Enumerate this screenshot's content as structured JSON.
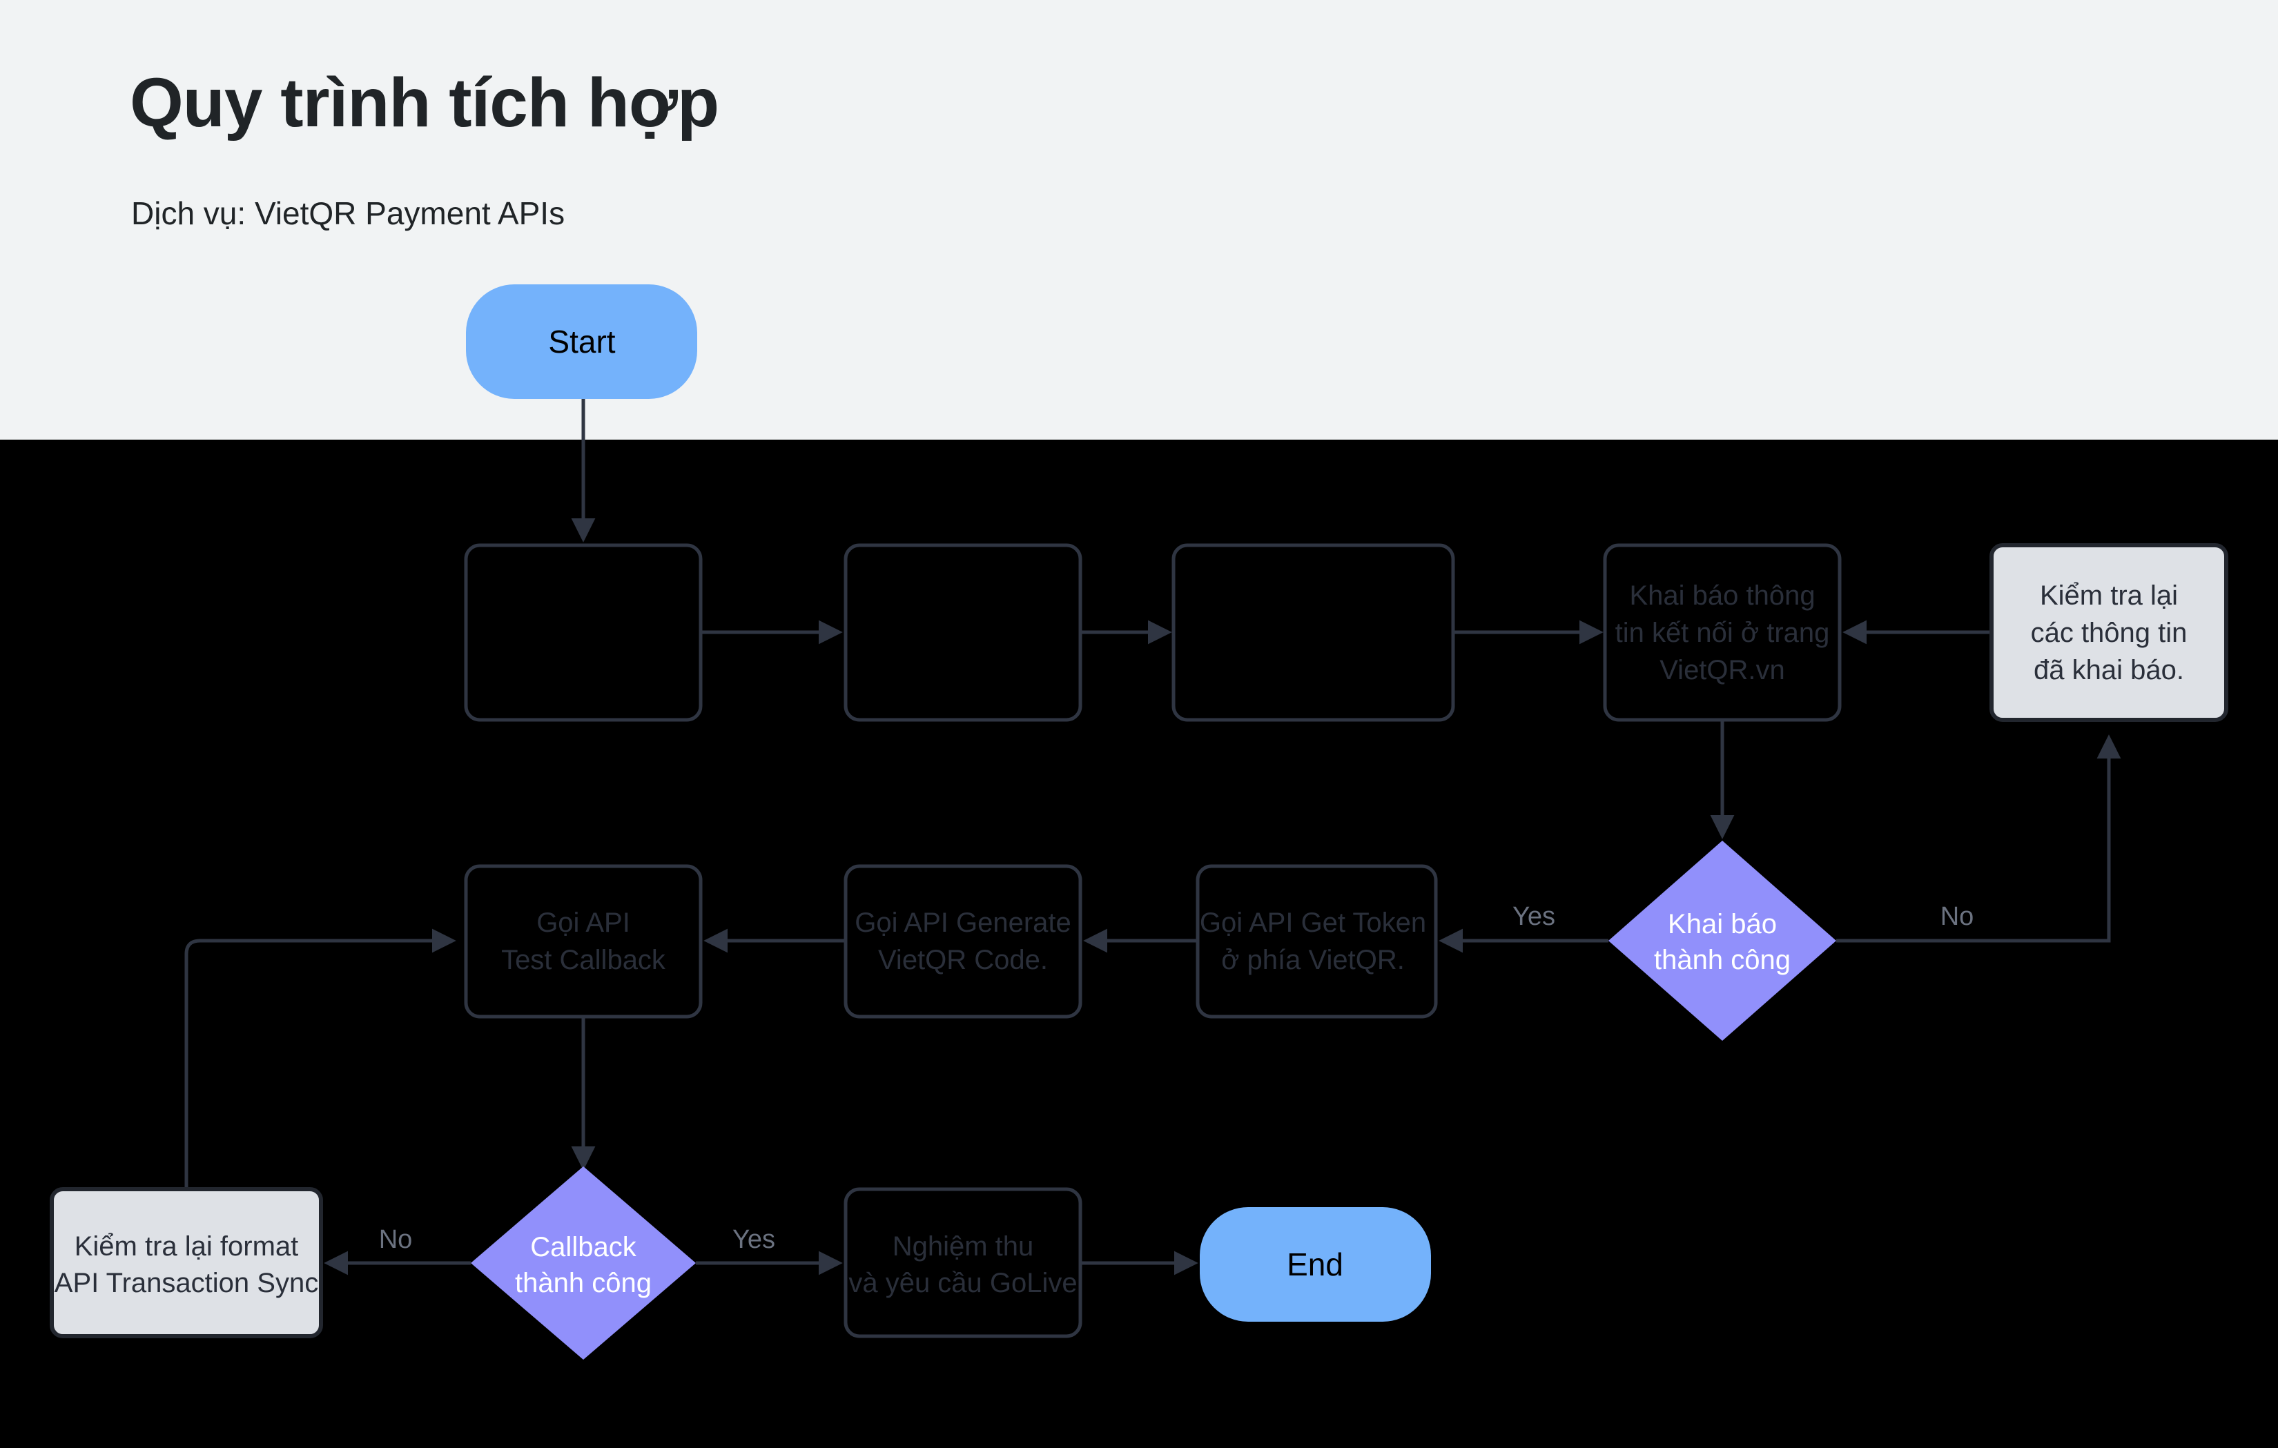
{
  "header": {
    "title": "Quy trình tích hợp",
    "subtitle": "Dịch vụ: VietQR Payment APIs"
  },
  "colors": {
    "header_background": "#f1f3f4",
    "canvas_background": "#000000",
    "terminator_blue": "#74b2fb",
    "decision_purple": "#9190fb",
    "light_node_fill": "#dee1e6",
    "node_stroke": "#2f3542",
    "dark_node_text": "#2a2f3a",
    "edge_label_text": "#6b7280"
  },
  "chart_data": {
    "type": "diagram",
    "diagram_kind": "flowchart",
    "title": "Quy trình tích hợp",
    "subtitle": "Dịch vụ: VietQR Payment APIs",
    "nodes": [
      {
        "id": "start",
        "label": "Start",
        "shape": "terminator",
        "style": "blue-pill"
      },
      {
        "id": "step1",
        "label": "",
        "shape": "process",
        "style": "dark-box"
      },
      {
        "id": "step2",
        "label": "",
        "shape": "process",
        "style": "dark-box"
      },
      {
        "id": "step3",
        "label": "",
        "shape": "process",
        "style": "dark-box"
      },
      {
        "id": "declare",
        "label": "Khai báo thông tin kết nối ở trang VietQR.vn",
        "shape": "process",
        "style": "dark-box"
      },
      {
        "id": "recheck",
        "label": "Kiểm tra lại các thông tin đã khai báo.",
        "shape": "process",
        "style": "light-box"
      },
      {
        "id": "decl_ok",
        "label": "Khai báo thành công",
        "shape": "decision",
        "style": "purple-diamond"
      },
      {
        "id": "gettoken",
        "label": "Gọi API Get Token ở phía VietQR.",
        "shape": "process",
        "style": "dark-box"
      },
      {
        "id": "generate",
        "label": "Gọi API Generate VietQR Code.",
        "shape": "process",
        "style": "dark-box"
      },
      {
        "id": "testcb",
        "label": "Gọi API Test Callback",
        "shape": "process",
        "style": "dark-box"
      },
      {
        "id": "cb_ok",
        "label": "Callback thành công",
        "shape": "decision",
        "style": "purple-diamond"
      },
      {
        "id": "fixformat",
        "label": "Kiểm tra lại format API Transaction Sync",
        "shape": "process",
        "style": "light-box"
      },
      {
        "id": "golive",
        "label": "Nghiệm thu và yêu cầu GoLive",
        "shape": "process",
        "style": "dark-box"
      },
      {
        "id": "end",
        "label": "End",
        "shape": "terminator",
        "style": "blue-pill"
      }
    ],
    "edges": [
      {
        "from": "start",
        "to": "step1",
        "label": ""
      },
      {
        "from": "step1",
        "to": "step2",
        "label": ""
      },
      {
        "from": "step2",
        "to": "step3",
        "label": ""
      },
      {
        "from": "step3",
        "to": "declare",
        "label": ""
      },
      {
        "from": "declare",
        "to": "decl_ok",
        "label": ""
      },
      {
        "from": "decl_ok",
        "to": "gettoken",
        "label": "Yes"
      },
      {
        "from": "decl_ok",
        "to": "recheck",
        "label": "No"
      },
      {
        "from": "recheck",
        "to": "declare",
        "label": ""
      },
      {
        "from": "gettoken",
        "to": "generate",
        "label": ""
      },
      {
        "from": "generate",
        "to": "testcb",
        "label": ""
      },
      {
        "from": "testcb",
        "to": "cb_ok",
        "label": ""
      },
      {
        "from": "cb_ok",
        "to": "fixformat",
        "label": "No"
      },
      {
        "from": "cb_ok",
        "to": "golive",
        "label": "Yes"
      },
      {
        "from": "fixformat",
        "to": "testcb",
        "label": ""
      },
      {
        "from": "golive",
        "to": "end",
        "label": ""
      }
    ]
  },
  "nodes": {
    "start_label": "Start",
    "step1_label": "",
    "step2_label": "",
    "step3_label": "",
    "declare_line1": "Khai báo thông",
    "declare_line2": "tin kết nối ở trang",
    "declare_line3": "VietQR.vn",
    "recheck_line1": "Kiểm tra lại",
    "recheck_line2": "các thông tin",
    "recheck_line3": "đã khai báo.",
    "decl_ok_line1": "Khai báo",
    "decl_ok_line2": "thành công",
    "gettoken_line1": "Gọi API Get Token",
    "gettoken_line2": "ở phía VietQR.",
    "generate_line1": "Gọi API Generate",
    "generate_line2": "VietQR Code.",
    "testcb_line1": "Gọi API",
    "testcb_line2": "Test Callback",
    "cb_ok_line1": "Callback",
    "cb_ok_line2": "thành công",
    "fixformat_line1": "Kiểm tra lại format",
    "fixformat_line2": "API Transaction Sync",
    "golive_line1": "Nghiệm thu",
    "golive_line2": "và yêu cầu GoLive",
    "end_label": "End"
  },
  "edge_labels": {
    "decl_yes": "Yes",
    "decl_no": "No",
    "cb_no": "No",
    "cb_yes": "Yes"
  }
}
